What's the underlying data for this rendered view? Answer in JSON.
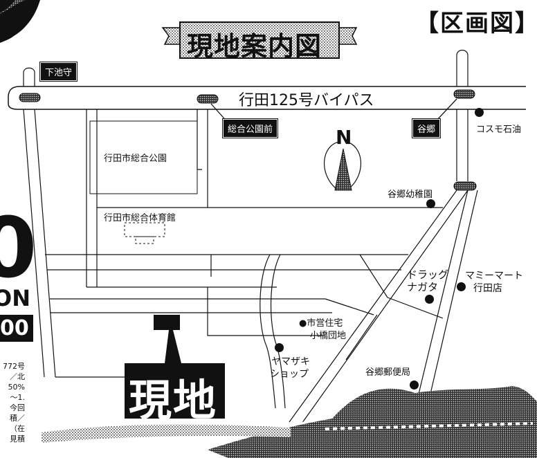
{
  "header": {
    "map_title": "現地案内図",
    "section_title": "【区画図】"
  },
  "roads": {
    "bypass": "行田125号バイパス"
  },
  "intersections": {
    "shimoikemori": "下池守",
    "sougou_koen_mae": "総合公園前",
    "yago": "谷郷"
  },
  "places": {
    "park": "行田市総合公園",
    "gym": "行田市総合体育館",
    "cosmo": "コスモ石油",
    "kindergarten": "谷郷幼稚園",
    "drugstore_1": "ドラッグ",
    "drugstore_2": "ナガタ",
    "mamimart_1": "マミーマート",
    "mamimart_2": "行田店",
    "housing_1": "●市営住宅",
    "housing_2": "小橋団地",
    "yamazaki_1": "ヤマザキ",
    "yamazaki_2": "ショップ",
    "post_office": "谷郷郵便局"
  },
  "site": {
    "label": "現地"
  },
  "compass": {
    "north": "N"
  },
  "left_edge": {
    "big_digit": "0",
    "on_text": "ON",
    "boxed_text": "00",
    "lines": [
      "772号",
      "／北",
      "50%",
      "〜1.",
      "今回",
      "積／",
      "（在",
      "見積"
    ]
  }
}
